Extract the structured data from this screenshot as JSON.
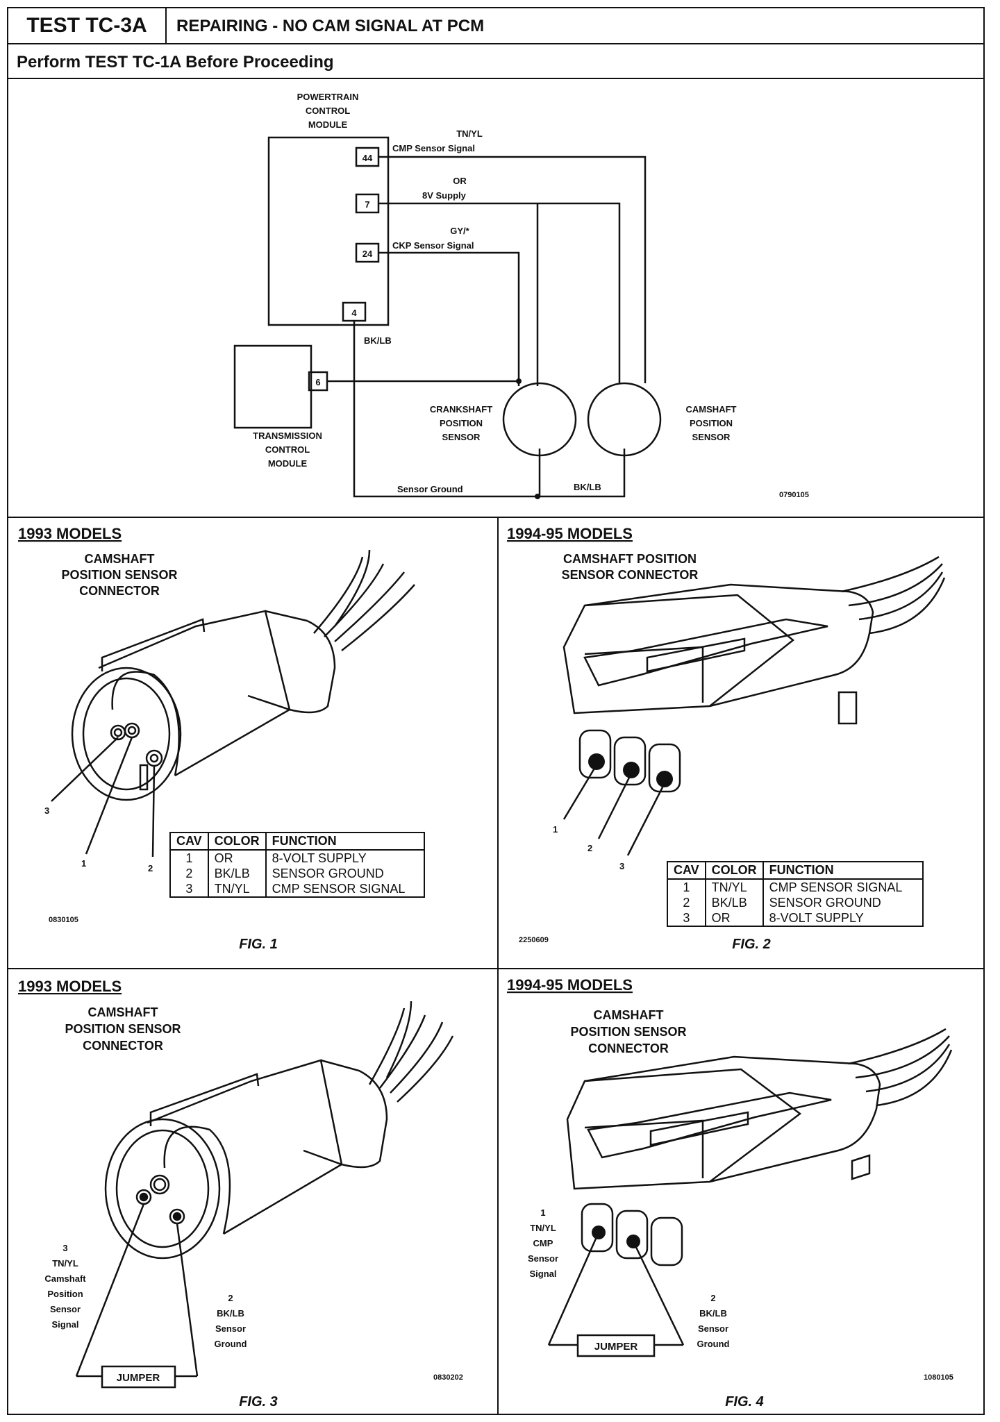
{
  "header": {
    "test_id": "TEST TC-3A",
    "title": "REPAIRING - NO CAM SIGNAL AT PCM",
    "subtitle": "Perform TEST TC-1A Before Proceeding"
  },
  "schematic": {
    "pcm_label": [
      "POWERTRAIN",
      "CONTROL",
      "MODULE"
    ],
    "tcm_label": [
      "TRANSMISSION",
      "CONTROL",
      "MODULE"
    ],
    "pins": {
      "p44": "44",
      "p7": "7",
      "p24": "24",
      "p4": "4",
      "p6": "6"
    },
    "wires": {
      "w44_color": "TN/YL",
      "w44_name": "CMP Sensor Signal",
      "w7_color": "OR",
      "w7_name": "8V Supply",
      "w24_color": "GY/*",
      "w24_name": "CKP Sensor Signal",
      "w4_color": "BK/LB",
      "ground_name": "Sensor Ground",
      "ground_color": "BK/LB"
    },
    "crank_label": [
      "CRANKSHAFT",
      "POSITION",
      "SENSOR"
    ],
    "cam_label": [
      "CAMSHAFT",
      "POSITION",
      "SENSOR"
    ],
    "code": "0790105"
  },
  "fig1": {
    "model": "1993 MODELS",
    "caption": [
      "CAMSHAFT",
      "POSITION SENSOR",
      "CONNECTOR"
    ],
    "pin_labels": [
      "1",
      "2",
      "3"
    ],
    "table": {
      "headers": [
        "CAV",
        "COLOR",
        "FUNCTION"
      ],
      "rows": [
        [
          "1",
          "OR",
          "8-VOLT SUPPLY"
        ],
        [
          "2",
          "BK/LB",
          "SENSOR GROUND"
        ],
        [
          "3",
          "TN/YL",
          "CMP SENSOR SIGNAL"
        ]
      ]
    },
    "code": "0830105",
    "fig": "FIG. 1"
  },
  "fig2": {
    "model": "1994-95 MODELS",
    "caption": [
      "CAMSHAFT POSITION",
      "SENSOR CONNECTOR"
    ],
    "pin_labels": [
      "1",
      "2",
      "3"
    ],
    "table": {
      "headers": [
        "CAV",
        "COLOR",
        "FUNCTION"
      ],
      "rows": [
        [
          "1",
          "TN/YL",
          "CMP SENSOR SIGNAL"
        ],
        [
          "2",
          "BK/LB",
          "SENSOR GROUND"
        ],
        [
          "3",
          "OR",
          "8-VOLT SUPPLY"
        ]
      ]
    },
    "code": "2250609",
    "fig": "FIG. 2"
  },
  "fig3": {
    "model": "1993 MODELS",
    "caption": [
      "CAMSHAFT",
      "POSITION SENSOR",
      "CONNECTOR"
    ],
    "pin3_label": [
      "3",
      "TN/YL",
      "Camshaft",
      "Position",
      "Sensor",
      "Signal"
    ],
    "pin2_label": [
      "2",
      "BK/LB",
      "Sensor",
      "Ground"
    ],
    "jumper": "JUMPER",
    "code": "0830202",
    "fig": "FIG. 3"
  },
  "fig4": {
    "model": "1994-95 MODELS",
    "caption": [
      "CAMSHAFT",
      "POSITION SENSOR",
      "CONNECTOR"
    ],
    "pin1_label": [
      "1",
      "TN/YL",
      "CMP",
      "Sensor",
      "Signal"
    ],
    "pin2_label": [
      "2",
      "BK/LB",
      "Sensor",
      "Ground"
    ],
    "jumper": "JUMPER",
    "code": "1080105",
    "fig": "FIG. 4"
  }
}
